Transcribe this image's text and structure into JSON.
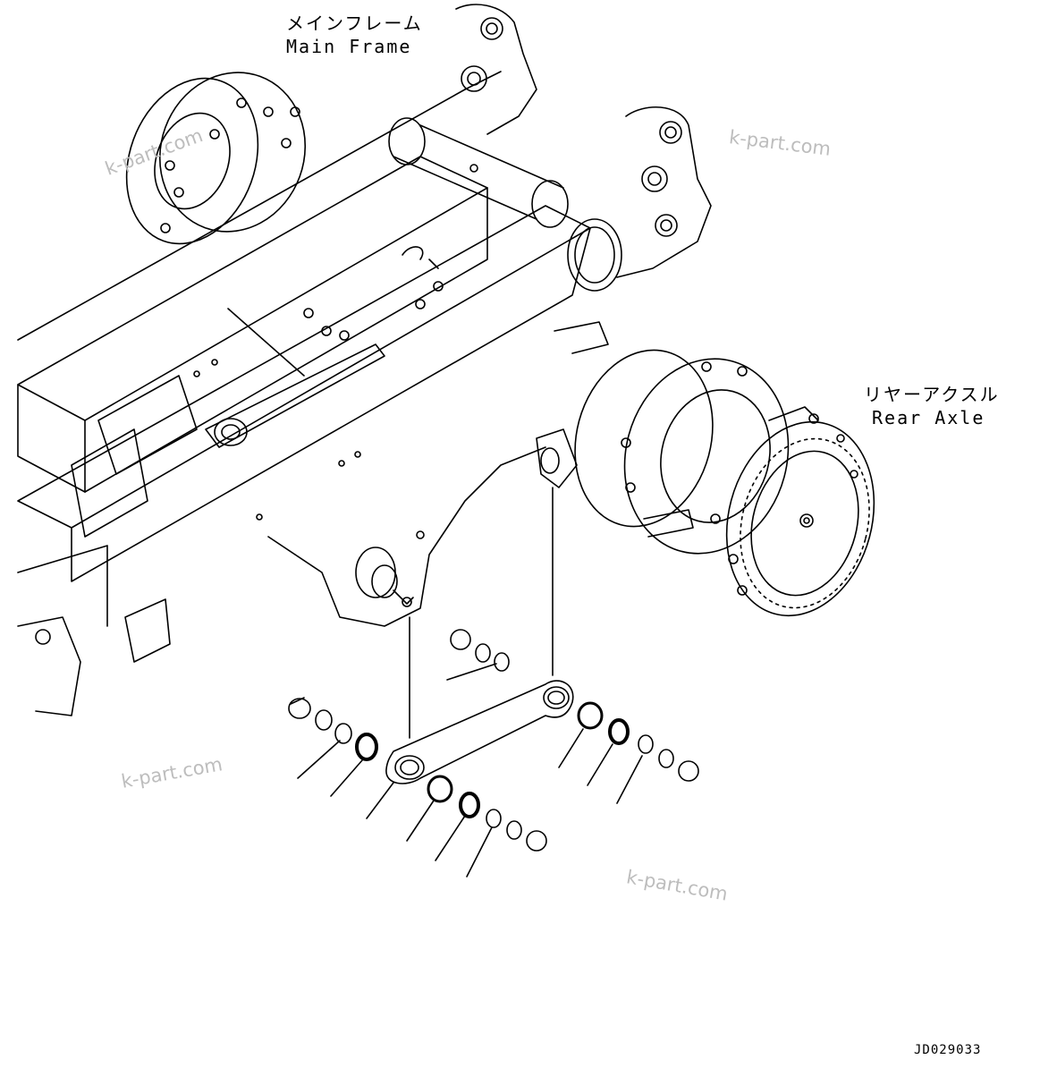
{
  "labels": {
    "main_frame_jp": "メインフレーム",
    "main_frame_en": "Main Frame",
    "rear_axle_jp": "リヤーアクスル",
    "rear_axle_en": "Rear Axle"
  },
  "watermarks": [
    "k-part.com",
    "k-part.com",
    "k-part.com",
    "k-part.com"
  ],
  "drawing_code": "JD029033",
  "colors": {
    "line": "#000000",
    "watermark": "#bdbdbd",
    "background": "#ffffff"
  }
}
